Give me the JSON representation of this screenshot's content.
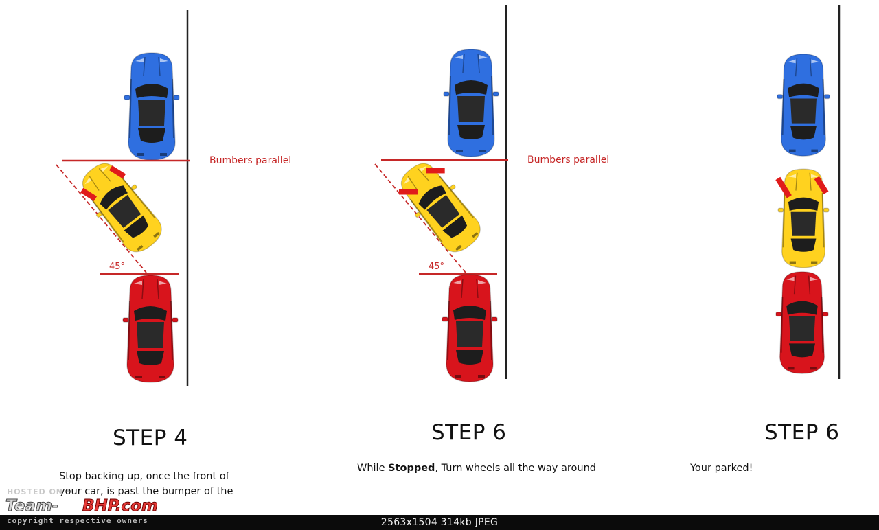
{
  "panels": [
    {
      "step_label": "STEP 4",
      "bumpers_label": "Bumbers parallel",
      "angle_label": "45°",
      "description": "Stop backing up, once the front of your car, is past the bumper of the"
    },
    {
      "step_label": "STEP 6",
      "bumpers_label": "Bumbers parallel",
      "angle_label": "45°",
      "description_prefix": "While ",
      "description_emphasis": "Stopped",
      "description_suffix": ", Turn wheels all the way around"
    },
    {
      "step_label": "STEP 6",
      "description": "Your parked!"
    }
  ],
  "cars": {
    "front_color": "#2f6fe0",
    "parking_color": "#ffd21f",
    "rear_color": "#d8141c",
    "wheel_marker_color": "#e01b1b",
    "guide_color": "#c62828"
  },
  "watermark": {
    "hosted": "HOSTED ON :",
    "logo_a": "Team-",
    "logo_b": "BHP.com",
    "copyright": "copyright respective owners"
  },
  "status_bar": {
    "text": "2563x1504  314kb  JPEG"
  }
}
